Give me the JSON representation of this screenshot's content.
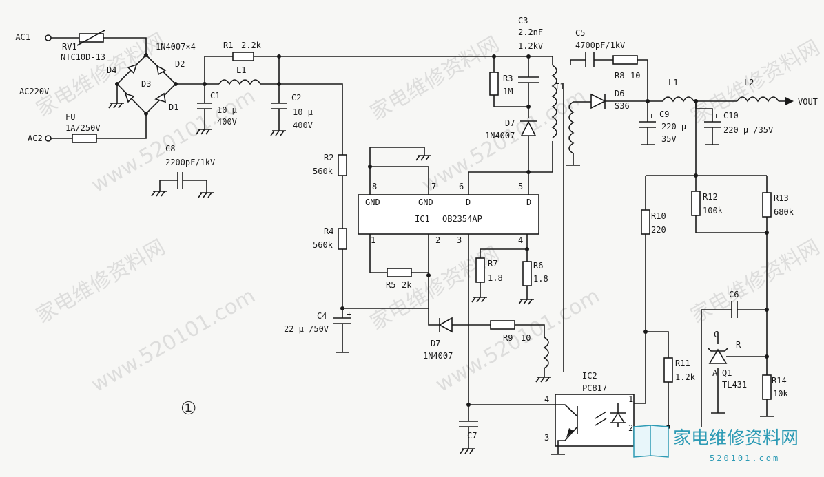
{
  "figure_number": "①",
  "nodes": {
    "ac1": "AC1",
    "ac2": "AC2",
    "ac220v": "AC220V",
    "vout": "VOUT"
  },
  "components": {
    "rv1": {
      "ref": "RV1",
      "value": "NTC10D-13"
    },
    "fu": {
      "ref": "FU",
      "value": "1A/250V"
    },
    "bridge": {
      "value": "1N4007×4",
      "d1": "D1",
      "d2": "D2",
      "d3": "D3",
      "d4": "D4"
    },
    "c8": {
      "ref": "C8",
      "value": "2200pF/1kV"
    },
    "r1": {
      "ref": "R1",
      "value": "2.2k"
    },
    "l1_in": {
      "ref": "L1"
    },
    "c1": {
      "ref": "C1",
      "value1": "10 μ",
      "value2": "400V"
    },
    "c2": {
      "ref": "C2",
      "value1": "10 μ",
      "value2": "400V"
    },
    "r2": {
      "ref": "R2",
      "value": "560k"
    },
    "r4": {
      "ref": "R4",
      "value": "560k"
    },
    "c4": {
      "ref": "C4",
      "value": "22 μ /50V"
    },
    "r5": {
      "ref": "R5",
      "value": "2k"
    },
    "ic1": {
      "ref": "IC1",
      "part": "OB2354AP",
      "pins_top": [
        "8",
        "7",
        "6",
        "5"
      ],
      "labels_top": [
        "GND",
        "GND",
        "D",
        "D"
      ],
      "pins_bottom": [
        "1",
        "2",
        "3",
        "4"
      ]
    },
    "r7": {
      "ref": "R7",
      "value": "1.8"
    },
    "r6": {
      "ref": "R6",
      "value": "1.8"
    },
    "d7_bot": {
      "ref": "D7",
      "value": "1N4007"
    },
    "r9": {
      "ref": "R9",
      "value": "10"
    },
    "c3": {
      "ref": "C3",
      "value1": "2.2nF",
      "value2": "1.2kV"
    },
    "r3": {
      "ref": "R3",
      "value": "1M"
    },
    "d7_top": {
      "ref": "D7",
      "value": "1N4007"
    },
    "t1": {
      "ref": "T1"
    },
    "c5": {
      "ref": "C5",
      "value": "4700pF/1kV"
    },
    "r8": {
      "ref": "R8",
      "value": "10"
    },
    "d6": {
      "ref": "D6",
      "value": "S36"
    },
    "l1_out": {
      "ref": "L1"
    },
    "l2": {
      "ref": "L2"
    },
    "c9": {
      "ref": "C9",
      "value1": "220 μ",
      "value2": "35V"
    },
    "c10": {
      "ref": "C10",
      "value": "220 μ /35V"
    },
    "r12": {
      "ref": "R12",
      "value": "100k"
    },
    "r13": {
      "ref": "R13",
      "value": "680k"
    },
    "r10": {
      "ref": "R10",
      "value": "220"
    },
    "r11": {
      "ref": "R11",
      "value": "1.2k"
    },
    "c6": {
      "ref": "C6"
    },
    "q1": {
      "ref": "Q1",
      "value": "TL431",
      "pin_c": "C",
      "pin_a": "A",
      "pin_r": "R"
    },
    "r14": {
      "ref": "R14",
      "value": "10k"
    },
    "ic2": {
      "ref": "IC2",
      "part": "PC817",
      "pins": [
        "1",
        "2",
        "3",
        "4"
      ]
    },
    "c7": {
      "ref": "C7"
    }
  },
  "watermark": {
    "text": "家电维修资料网",
    "url": "www.520101.com"
  },
  "logo": {
    "text": "家电维修资料网",
    "url": "520101.com"
  }
}
